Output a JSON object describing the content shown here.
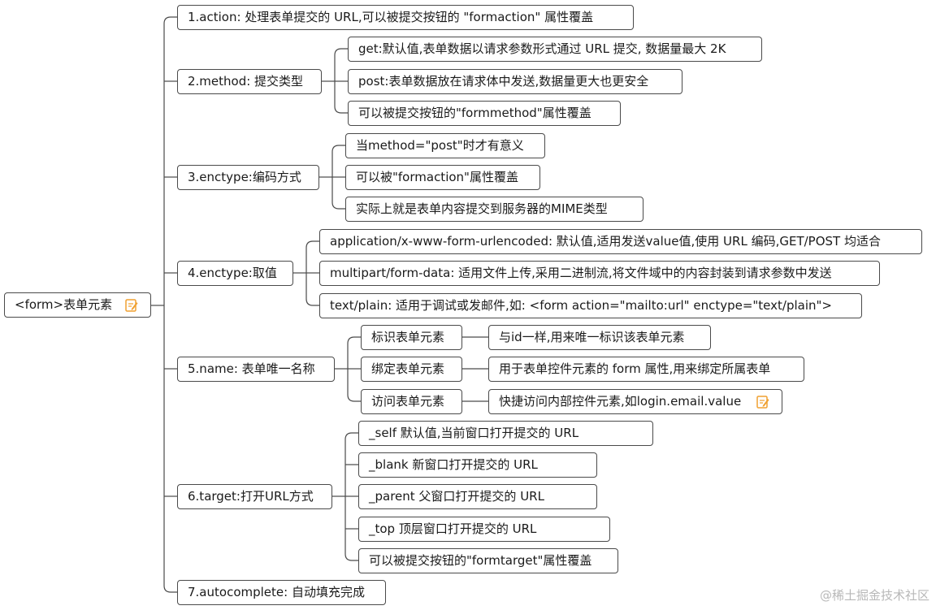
{
  "root": {
    "label": "<form>表单元素",
    "icon": "note-edit-icon"
  },
  "branches": [
    {
      "label": "1.action: 处理表单提交的 URL,可以被提交按钮的 \"formaction\" 属性覆盖",
      "children": []
    },
    {
      "label": "2.method: 提交类型",
      "children": [
        {
          "label": "get:默认值,表单数据以请求参数形式通过 URL 提交, 数据量最大 2K"
        },
        {
          "label": "post:表单数据放在请求体中发送,数据量更大也更安全"
        },
        {
          "label": "可以被提交按钮的\"formmethod\"属性覆盖"
        }
      ]
    },
    {
      "label": "3.enctype:编码方式",
      "children": [
        {
          "label": "当method=\"post\"时才有意义"
        },
        {
          "label": "可以被\"formaction\"属性覆盖"
        },
        {
          "label": "实际上就是表单内容提交到服务器的MIME类型"
        }
      ]
    },
    {
      "label": "4.enctype:取值",
      "children": [
        {
          "label": "application/x-www-form-urlencoded: 默认值,适用发送value值,使用 URL 编码,GET/POST 均适合"
        },
        {
          "label": "multipart/form-data: 适用文件上传,采用二进制流,将文件域中的内容封装到请求参数中发送"
        },
        {
          "label": "text/plain: 适用于调试或发邮件,如: <form action=\"mailto:url\" enctype=\"text/plain\">"
        }
      ]
    },
    {
      "label": "5.name: 表单唯一名称",
      "children": [
        {
          "label": "标识表单元素",
          "detail": "与id一样,用来唯一标识该表单元素"
        },
        {
          "label": "绑定表单元素",
          "detail": "用于表单控件元素的 form 属性,用来绑定所属表单"
        },
        {
          "label": "访问表单元素",
          "detail": "快捷访问内部控件元素,如login.email.value",
          "icon": "note-edit-icon"
        }
      ]
    },
    {
      "label": "6.target:打开URL方式",
      "children": [
        {
          "label": "_self 默认值,当前窗口打开提交的 URL"
        },
        {
          "label": "_blank 新窗口打开提交的 URL"
        },
        {
          "label": "_parent 父窗口打开提交的 URL"
        },
        {
          "label": "_top 顶层窗口打开提交的 URL"
        },
        {
          "label": "可以被提交按钮的\"formtarget\"属性覆盖"
        }
      ]
    },
    {
      "label": "7.autocomplete: 自动填充完成",
      "children": []
    }
  ],
  "watermark": "@稀土掘金技术社区",
  "colors": {
    "border": "#4a4a4a",
    "line": "#4a4a4a",
    "icon": "#f0a030",
    "watermark": "#b8b8b8"
  }
}
